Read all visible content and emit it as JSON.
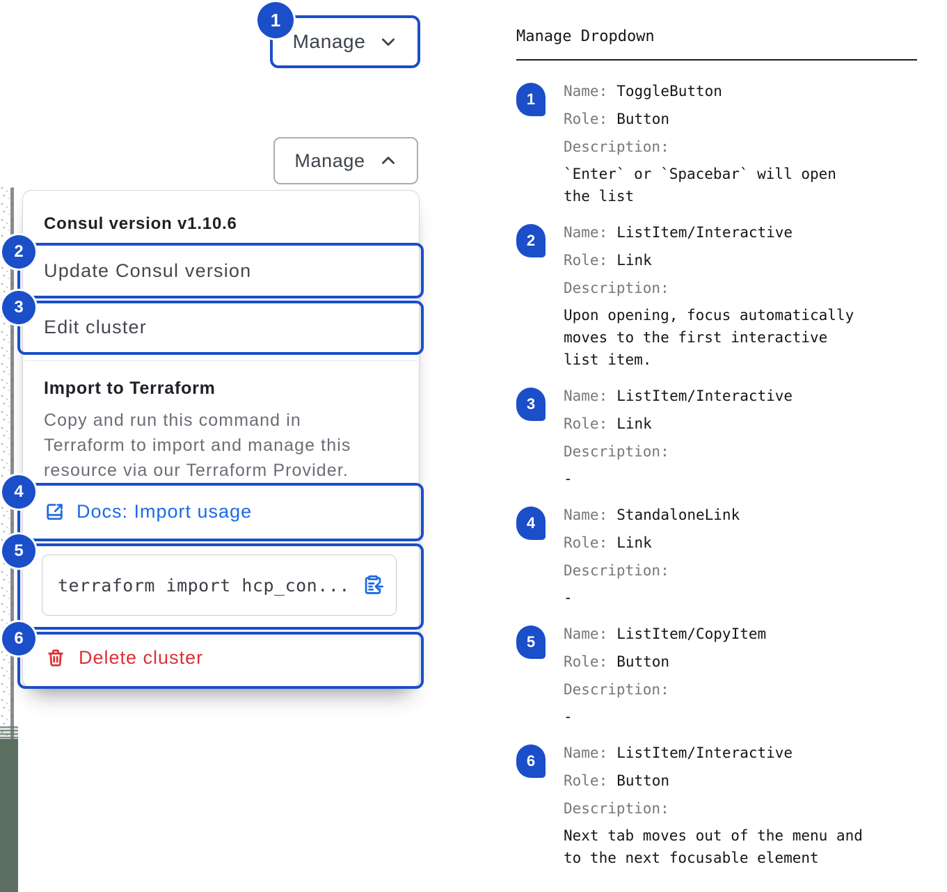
{
  "colors": {
    "annotation_blue": "#1b4ec9",
    "action_blue": "#1c6ae5",
    "critical_red": "#df2f34",
    "panel_border": "#d5d7dc"
  },
  "toggle_closed": {
    "label": "Manage",
    "state_icon": "chevron-down-icon"
  },
  "toggle_open": {
    "label": "Manage",
    "state_icon": "chevron-up-icon"
  },
  "menu": {
    "version_label": "Consul version v1.10.6",
    "update_label": "Update Consul version",
    "edit_label": "Edit cluster",
    "import_title": "Import to Terraform",
    "import_description": "Copy and run this command in Terraform to import and manage this resource via our Terraform Provider.",
    "docs_label": "Docs: Import usage",
    "command": "terraform import hcp_con...",
    "delete_label": "Delete cluster"
  },
  "spec": {
    "title": "Manage Dropdown",
    "labels": {
      "name": "Name:",
      "role": "Role:",
      "description": "Description:"
    },
    "items": [
      {
        "num": "1",
        "name": "ToggleButton",
        "role": "Button",
        "description": "`Enter` or `Spacebar` will open the list"
      },
      {
        "num": "2",
        "name": "ListItem/Interactive",
        "role": "Link",
        "description": "Upon opening, focus automatically moves to the first interactive list item."
      },
      {
        "num": "3",
        "name": "ListItem/Interactive",
        "role": "Link",
        "description": "-"
      },
      {
        "num": "4",
        "name": "StandaloneLink",
        "role": "Link",
        "description": "-"
      },
      {
        "num": "5",
        "name": "ListItem/CopyItem",
        "role": "Button",
        "description": "-"
      },
      {
        "num": "6",
        "name": "ListItem/Interactive",
        "role": "Button",
        "description": "Next tab moves out of the menu and to the next focusable element"
      }
    ]
  }
}
